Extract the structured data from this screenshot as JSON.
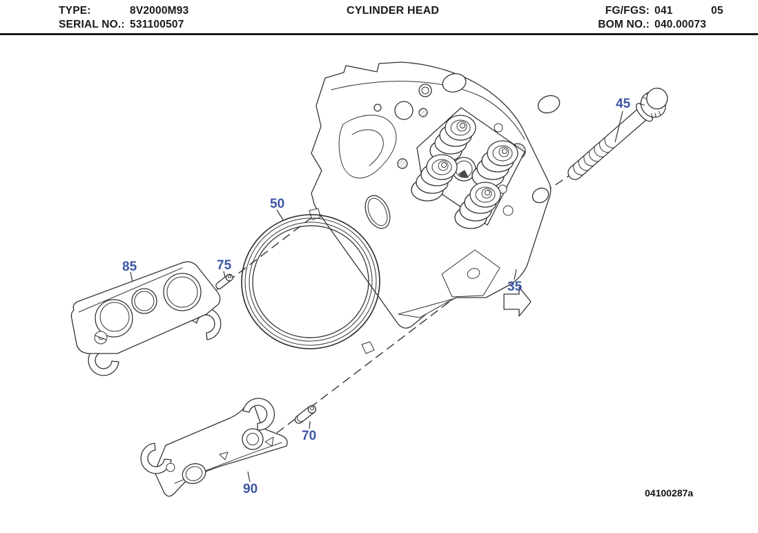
{
  "header": {
    "type_label": "TYPE:",
    "type_value": "8V2000M93",
    "serial_label": "SERIAL NO.:",
    "serial_value": "531100507",
    "title": "CYLINDER HEAD",
    "fg_label": "FG/FGS:",
    "fg_value": "041",
    "fg_suffix": "05",
    "bom_label": "BOM NO.:",
    "bom_value": "040.00073"
  },
  "diagram": {
    "callouts": [
      {
        "label": "45"
      },
      {
        "label": "50"
      },
      {
        "label": "85"
      },
      {
        "label": "75"
      },
      {
        "label": "35"
      },
      {
        "label": "70"
      },
      {
        "label": "90"
      }
    ],
    "drawing_number": "04100287a",
    "callout_color": "#3b55a5",
    "line_color": "#333333"
  }
}
